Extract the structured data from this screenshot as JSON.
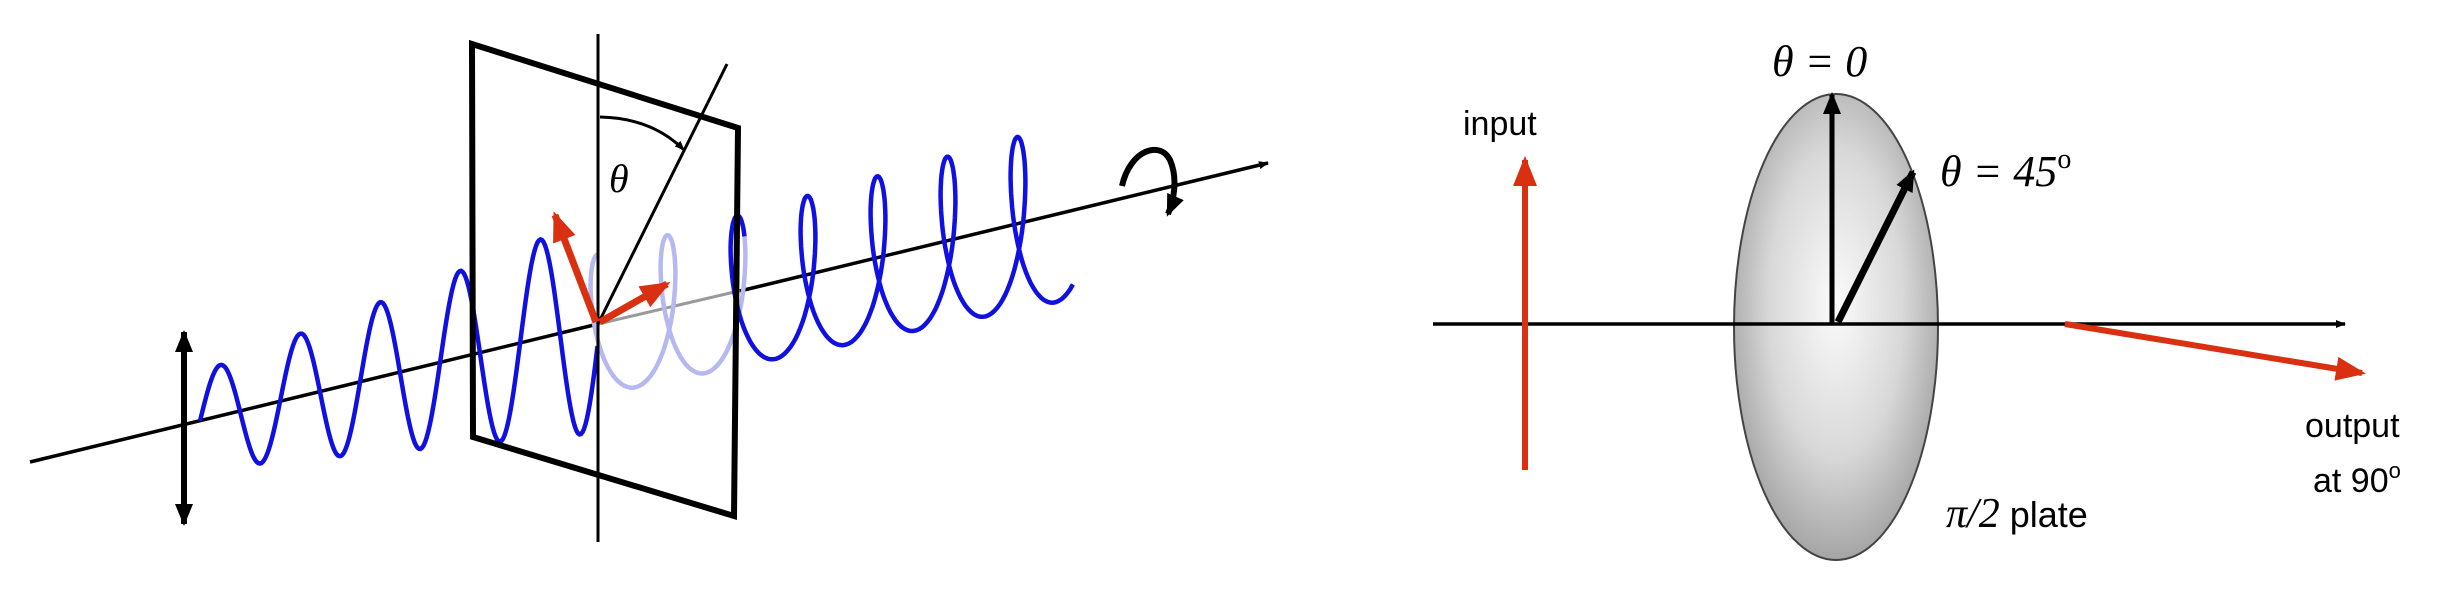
{
  "left_panel": {
    "angle_label": "θ"
  },
  "right_panel": {
    "input_label": "input",
    "theta0_label": "θ = 0",
    "theta45_label_main": "θ = 45",
    "theta45_label_sup": "o",
    "plate_label_symbol": "π/2",
    "plate_label_text": " plate",
    "output_label_line1": "output",
    "output_label_line2_prefix": "at 90",
    "output_label_line2_sup": "o"
  },
  "colors": {
    "wave": "#1010e0",
    "wave_faded": "#b8b8f0",
    "red_arrow": "#d83010",
    "black": "#000000",
    "plate_light": "#fafafa",
    "plate_dark": "#9a9a9a"
  }
}
